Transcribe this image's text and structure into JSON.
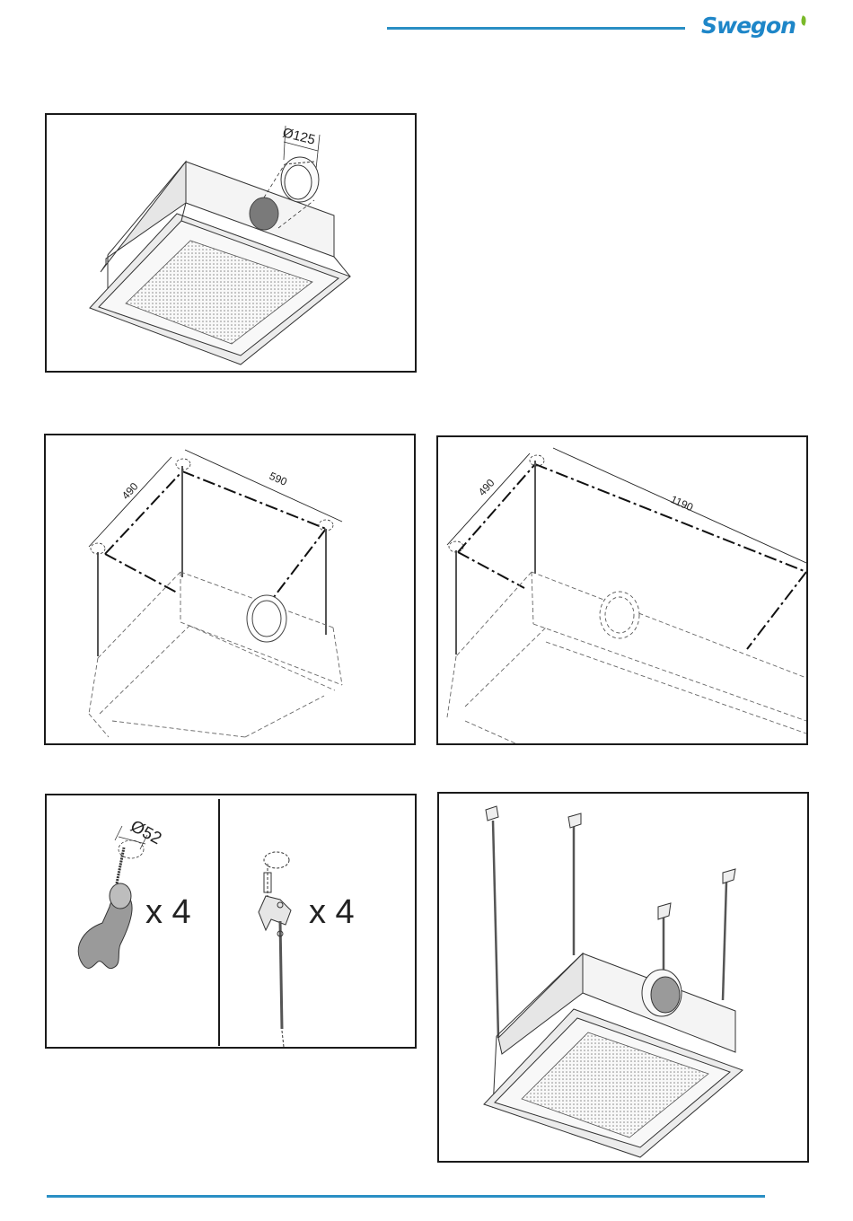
{
  "brand": {
    "logo_text": "Swegon",
    "color": "#1e86c8",
    "leaf_color": "#7ab929"
  },
  "colors": {
    "rule": "#2a8fc4",
    "border": "#1a1a1a"
  },
  "figures": {
    "duct": {
      "diameter_label": "Ø125"
    },
    "short_unit": {
      "depth_label": "490",
      "width_label": "590"
    },
    "long_unit": {
      "depth_label": "490",
      "width_label": "1190"
    },
    "drill": {
      "diameter_label": "Ø52",
      "quantity": "x 4"
    },
    "hanger": {
      "quantity": "x 4"
    }
  }
}
